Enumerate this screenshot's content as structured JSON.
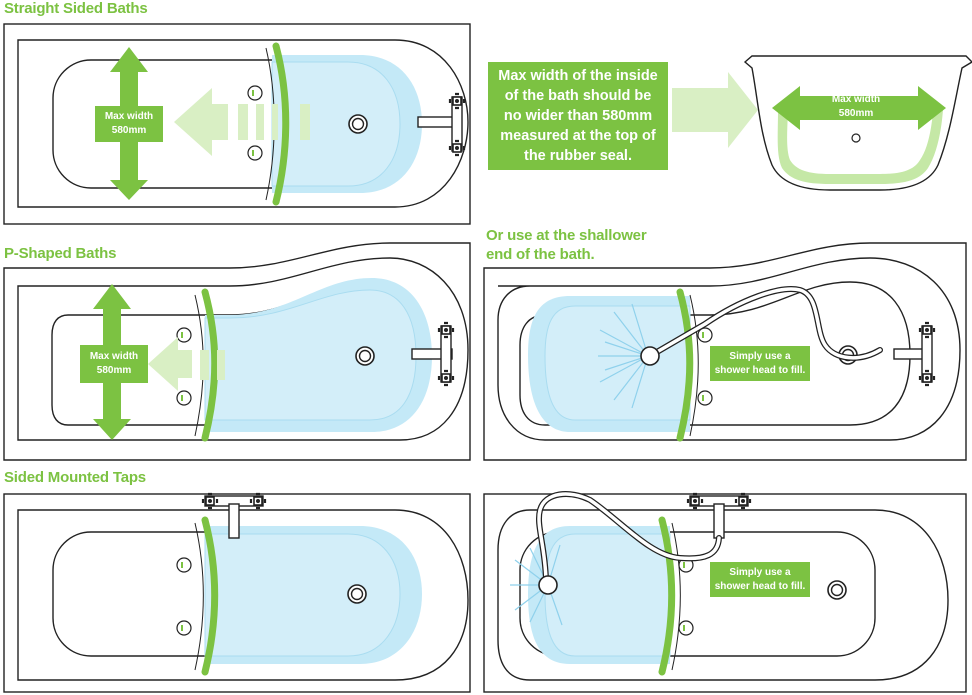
{
  "headings": {
    "straight": "Straight Sided Baths",
    "p_shaped": "P-Shaped Baths",
    "side_mounted": "Sided Mounted Taps",
    "shallow_line1": "Or use at the shallower",
    "shallow_line2": "end of the bath."
  },
  "labels": {
    "max_width_line1": "Max width",
    "max_width_line2": "580mm"
  },
  "notes": {
    "max_width_note": "Max width of the inside of the bath should be no wider than 580mm measured at the top of the rubber seal.",
    "shower_line1": "Simply use a",
    "shower_line2": "shower head to fill."
  },
  "colors": {
    "green": "#7cc242",
    "light_green": "#d9efc4",
    "water": "#c4e9f7",
    "water_edge": "#a9dcf0",
    "outline": "#222222"
  }
}
